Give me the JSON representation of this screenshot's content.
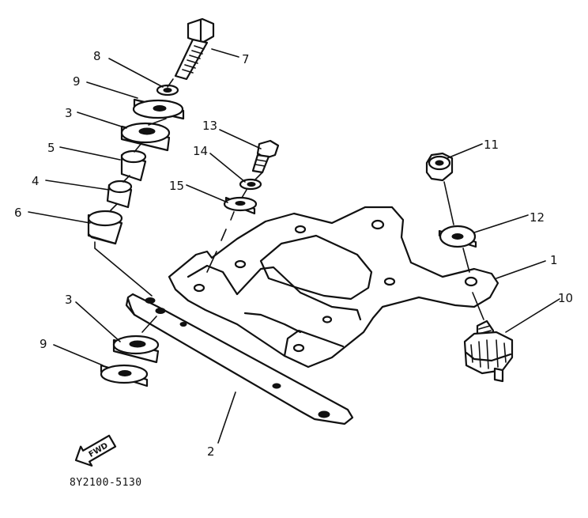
{
  "diagram_code": "8Y2100-5130",
  "fwd_label": "FWD",
  "callouts": {
    "c1": "1",
    "c2": "2",
    "c3a": "3",
    "c3b": "3",
    "c4": "4",
    "c5": "5",
    "c6": "6",
    "c7": "7",
    "c8": "8",
    "c9a": "9",
    "c9b": "9",
    "c10": "10",
    "c11": "11",
    "c12": "12",
    "c13": "13",
    "c14": "14",
    "c15": "15"
  }
}
